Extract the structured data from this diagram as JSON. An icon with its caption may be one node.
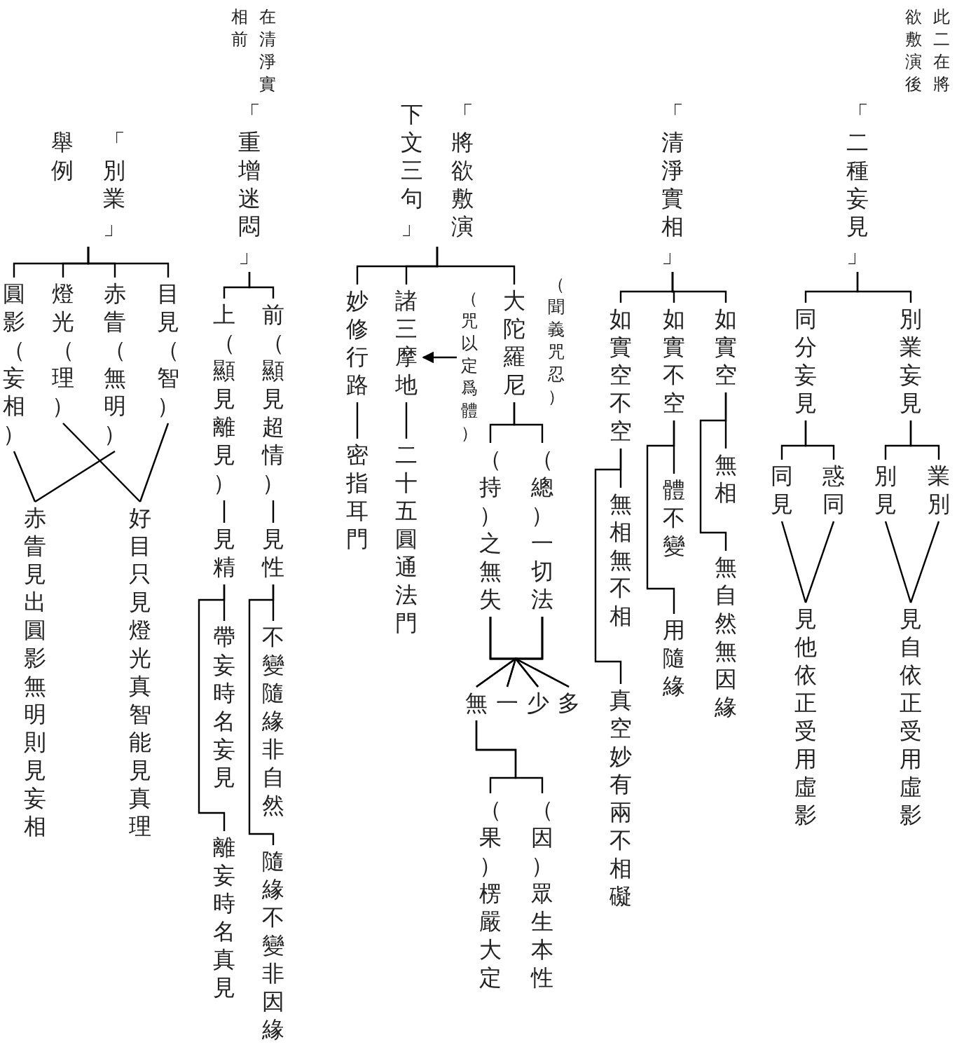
{
  "diagram": {
    "nodes": [
      {
        "text": [
          "「二種妄見」"
        ],
        "beside": [
          "此二在將欲敷演後"
        ]
      },
      {
        "text": [
          "別業妄見"
        ]
      },
      {
        "text": [
          "同分妄見"
        ]
      },
      {
        "text": [
          "業別"
        ]
      },
      {
        "text": [
          "別見"
        ]
      },
      {
        "text": [
          "見自依正受用虛影"
        ]
      },
      {
        "text": [
          "惑同"
        ]
      },
      {
        "text": [
          "同見"
        ]
      },
      {
        "text": [
          "見他依正受用虛影"
        ]
      },
      {
        "text": [
          "「清淨實相」"
        ]
      },
      {
        "text": [
          "如實空"
        ]
      },
      {
        "text": [
          "如實不空"
        ]
      },
      {
        "text": [
          "如實空不空"
        ]
      },
      {
        "text": [
          "無相"
        ]
      },
      {
        "text": [
          "無自然無因緣"
        ]
      },
      {
        "text": [
          "體不變"
        ]
      },
      {
        "text": [
          "用隨緣"
        ]
      },
      {
        "text": [
          "無相無不相"
        ]
      },
      {
        "text": [
          "真空妙有兩不相礙"
        ]
      },
      {
        "text": [
          "「將欲敷演下文三句」"
        ]
      },
      {
        "text": [
          "大陀羅尼"
        ],
        "beside": [
          "（聞義咒忍）",
          "（咒以定爲體）"
        ]
      },
      {
        "text": [
          "諸三摩地"
        ]
      },
      {
        "text": [
          "妙修行路"
        ]
      },
      {
        "text": [
          "二十五圓通法門"
        ]
      },
      {
        "text": [
          "密指耳門"
        ]
      },
      {
        "text": [
          "（總）一切法"
        ]
      },
      {
        "text": [
          "（持）之無失"
        ]
      },
      {
        "text": [
          "無"
        ]
      },
      {
        "text": [
          "一"
        ]
      },
      {
        "text": [
          "少"
        ]
      },
      {
        "text": [
          "多"
        ]
      },
      {
        "text": [
          "（因）眾生本性"
        ]
      },
      {
        "text": [
          "（果）楞嚴大定"
        ]
      },
      {
        "text": [
          "「重增迷悶」"
        ],
        "beside": [
          "在清淨實相前"
        ]
      },
      {
        "text": [
          "前（顯見超情）"
        ]
      },
      {
        "text": [
          "上（顯見離見）"
        ]
      },
      {
        "text": [
          "見性"
        ]
      },
      {
        "text": [
          "不變隨緣非自然"
        ]
      },
      {
        "text": [
          "隨緣不變非因緣"
        ]
      },
      {
        "text": [
          "見精"
        ]
      },
      {
        "text": [
          "帶妄時名妄見"
        ]
      },
      {
        "text": [
          "離妄時名真見"
        ]
      },
      {
        "text": [
          "「別業」舉例"
        ]
      },
      {
        "text": [
          "目見（智）"
        ]
      },
      {
        "text": [
          "赤眚（無明）"
        ]
      },
      {
        "text": [
          "燈光（理）"
        ]
      },
      {
        "text": [
          "圓影（妄相）"
        ]
      },
      {
        "text": [
          "好目只見燈光真智能見真理"
        ]
      },
      {
        "text": [
          "赤眚見出圓影無明則見妄相"
        ]
      }
    ],
    "edges": [
      {
        "from": 0,
        "to": 1,
        "arrow": "none"
      },
      {
        "from": 0,
        "to": 2,
        "arrow": "none"
      },
      {
        "from": 1,
        "to": 3,
        "arrow": "none"
      },
      {
        "from": 1,
        "to": 4,
        "arrow": "none"
      },
      {
        "from": 3,
        "to": 5,
        "arrow": "none"
      },
      {
        "from": 4,
        "to": 5,
        "arrow": "none"
      },
      {
        "from": 2,
        "to": 6,
        "arrow": "none"
      },
      {
        "from": 2,
        "to": 7,
        "arrow": "none"
      },
      {
        "from": 6,
        "to": 8,
        "arrow": "none"
      },
      {
        "from": 7,
        "to": 8,
        "arrow": "none"
      },
      {
        "from": 9,
        "to": 10,
        "arrow": "none"
      },
      {
        "from": 9,
        "to": 11,
        "arrow": "none"
      },
      {
        "from": 9,
        "to": 12,
        "arrow": "none"
      },
      {
        "from": 10,
        "to": 13,
        "arrow": "none"
      },
      {
        "from": 10,
        "to": 14,
        "arrow": "none"
      },
      {
        "from": 11,
        "to": 15,
        "arrow": "none"
      },
      {
        "from": 11,
        "to": 16,
        "arrow": "none"
      },
      {
        "from": 12,
        "to": 17,
        "arrow": "none"
      },
      {
        "from": 12,
        "to": 18,
        "arrow": "none"
      },
      {
        "from": 19,
        "to": 20,
        "arrow": "none"
      },
      {
        "from": 19,
        "to": 21,
        "arrow": "none"
      },
      {
        "from": 19,
        "to": 22,
        "arrow": "none"
      },
      {
        "from": 20,
        "to": 21,
        "arrow": "to"
      },
      {
        "from": 21,
        "to": 23,
        "arrow": "none"
      },
      {
        "from": 22,
        "to": 24,
        "arrow": "none"
      },
      {
        "from": 20,
        "to": 25,
        "arrow": "none"
      },
      {
        "from": 20,
        "to": 26,
        "arrow": "none"
      },
      {
        "from": 25,
        "to": 27,
        "arrow": "none"
      },
      {
        "from": 25,
        "to": 28,
        "arrow": "none"
      },
      {
        "from": 25,
        "to": 29,
        "arrow": "none"
      },
      {
        "from": 25,
        "to": 30,
        "arrow": "none"
      },
      {
        "from": 26,
        "to": 27,
        "arrow": "none"
      },
      {
        "from": 26,
        "to": 28,
        "arrow": "none"
      },
      {
        "from": 26,
        "to": 29,
        "arrow": "none"
      },
      {
        "from": 26,
        "to": 30,
        "arrow": "none"
      },
      {
        "from": 27,
        "to": 31,
        "arrow": "none"
      },
      {
        "from": 27,
        "to": 32,
        "arrow": "none"
      },
      {
        "from": 33,
        "to": 34,
        "arrow": "none"
      },
      {
        "from": 33,
        "to": 35,
        "arrow": "none"
      },
      {
        "from": 34,
        "to": 36,
        "arrow": "none"
      },
      {
        "from": 35,
        "to": 39,
        "arrow": "none"
      },
      {
        "from": 36,
        "to": 37,
        "arrow": "none"
      },
      {
        "from": 36,
        "to": 38,
        "arrow": "none"
      },
      {
        "from": 39,
        "to": 40,
        "arrow": "none"
      },
      {
        "from": 39,
        "to": 41,
        "arrow": "none"
      },
      {
        "from": 42,
        "to": 43,
        "arrow": "none"
      },
      {
        "from": 42,
        "to": 44,
        "arrow": "none"
      },
      {
        "from": 42,
        "to": 45,
        "arrow": "none"
      },
      {
        "from": 42,
        "to": 46,
        "arrow": "none"
      },
      {
        "from": 43,
        "to": 47,
        "arrow": "none"
      },
      {
        "from": 45,
        "to": 47,
        "arrow": "none"
      },
      {
        "from": 44,
        "to": 48,
        "arrow": "none"
      },
      {
        "from": 46,
        "to": 48,
        "arrow": "none"
      }
    ]
  }
}
